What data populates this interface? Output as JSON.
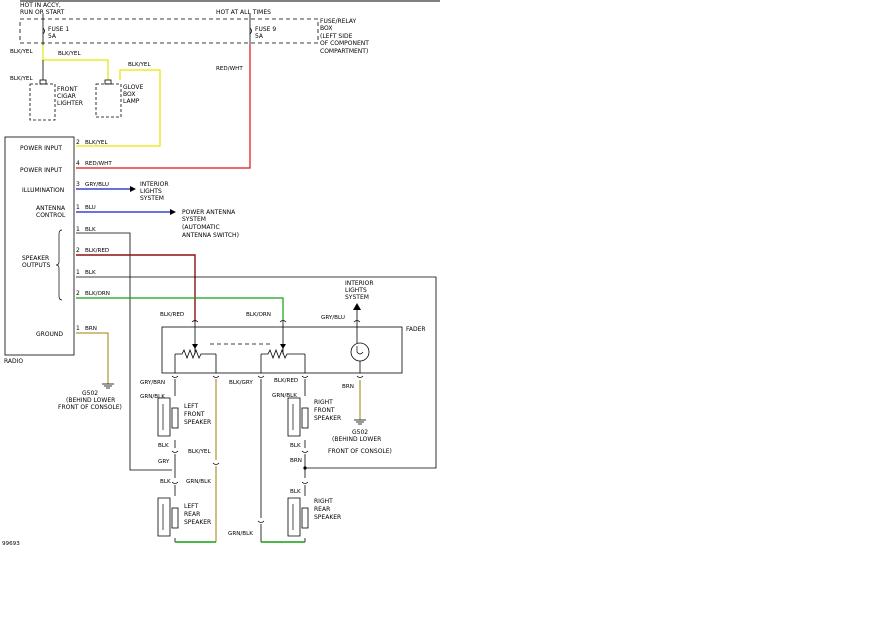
{
  "colors": {
    "black": "#000000",
    "yellow": "#e6e600",
    "red": "#e01010",
    "blue": "#1020c0",
    "green": "#10a010",
    "maroon": "#8b1010",
    "olive": "#a08000"
  },
  "header": {
    "hot_accy_1": "HOT IN ACCY,",
    "hot_accy_2": "RUN OR START",
    "hot_all": "HOT AT ALL TIMES",
    "fuse1_name": "FUSE 1",
    "fuse1_rating": "5A",
    "fuse9_name": "FUSE 9",
    "fuse9_rating": "5A",
    "box_1": "FUSE/RELAY",
    "box_2": "BOX",
    "box_3": "(LEFT SIDE",
    "box_4": "OF COMPONENT",
    "box_5": "COMPARTMENT)"
  },
  "top_components": {
    "w_blkyel_a": "BLK/YEL",
    "w_blkyel_b": "BLK/YEL",
    "w_blkyel_c": "BLK/YEL",
    "w_blkyel_d": "BLK/YEL",
    "w_redwht": "RED/WHT",
    "cigar_1": "FRONT",
    "cigar_2": "CIGAR",
    "cigar_3": "LIGHTER",
    "glove_1": "GLOVE",
    "glove_2": "BOX",
    "glove_3": "LAMP"
  },
  "radio": {
    "label": "RADIO",
    "power1": "POWER INPUT",
    "power2": "POWER INPUT",
    "illum": "ILLUMINATION",
    "ant_1": "ANTENNA",
    "ant_2": "CONTROL",
    "spk_1": "SPEAKER",
    "spk_2": "OUTPUTS",
    "ground": "GROUND",
    "pins": [
      "2",
      "4",
      "3",
      "1",
      "1",
      "2",
      "1",
      "2",
      "1"
    ],
    "wires": [
      "BLK/YEL",
      "RED/WHT",
      "GRY/BLU",
      "BLU",
      "BLK",
      "BLK/RED",
      "BLK",
      "BLK/ORN",
      "BRN"
    ],
    "illum_dest_1": "INTERIOR",
    "illum_dest_2": "LIGHTS",
    "illum_dest_3": "SYSTEM",
    "ant_dest_1": "POWER ANTENNA",
    "ant_dest_2": "SYSTEM",
    "ant_dest_3": "(AUTOMATIC",
    "ant_dest_4": "ANTENNA SWITCH)",
    "g_name": "G502",
    "g_loc_1": "(BEHIND LOWER",
    "g_loc_2": "FRONT OF CONSOLE)"
  },
  "fader": {
    "label": "FADER",
    "in_blkred": "BLK/RED",
    "in_blkorn": "BLK/ORN",
    "in_grybln": "GRY/BLU",
    "int_1": "INTERIOR",
    "int_2": "LIGHTS",
    "int_3": "SYSTEM",
    "out_grybrn": "GRY/BRN",
    "out_blkgry": "BLK/GRY",
    "out_blkred": "BLK/RED",
    "out_brn": "BRN",
    "g_name": "G502",
    "g_loc_1": "(BEHIND LOWER",
    "g_loc_2": "FRONT OF CONSOLE)"
  },
  "speakers": {
    "lf_1": "LEFT",
    "lf_2": "FRONT",
    "lf_3": "SPEAKER",
    "rf_1": "RIGHT",
    "rf_2": "FRONT",
    "rf_3": "SPEAKER",
    "lr_1": "LEFT",
    "lr_2": "REAR",
    "lr_3": "SPEAKER",
    "rr_1": "RIGHT",
    "rr_2": "REAR",
    "rr_3": "SPEAKER",
    "w_grnblk_lf": "GRN/BLK",
    "w_blk_lf": "BLK",
    "w_gry": "GRY",
    "w_blk_lr": "BLK",
    "w_blkyel": "BLK/YEL",
    "w_grnblk_lr": "GRN/BLK",
    "w_grnblk_rf": "GRN/BLK",
    "w_blk_rf": "BLK",
    "w_brn": "BRN",
    "w_blk_rr": "BLK",
    "w_grnblk_bottom": "GRN/BLK"
  },
  "footer": {
    "figure_id": "99693"
  }
}
